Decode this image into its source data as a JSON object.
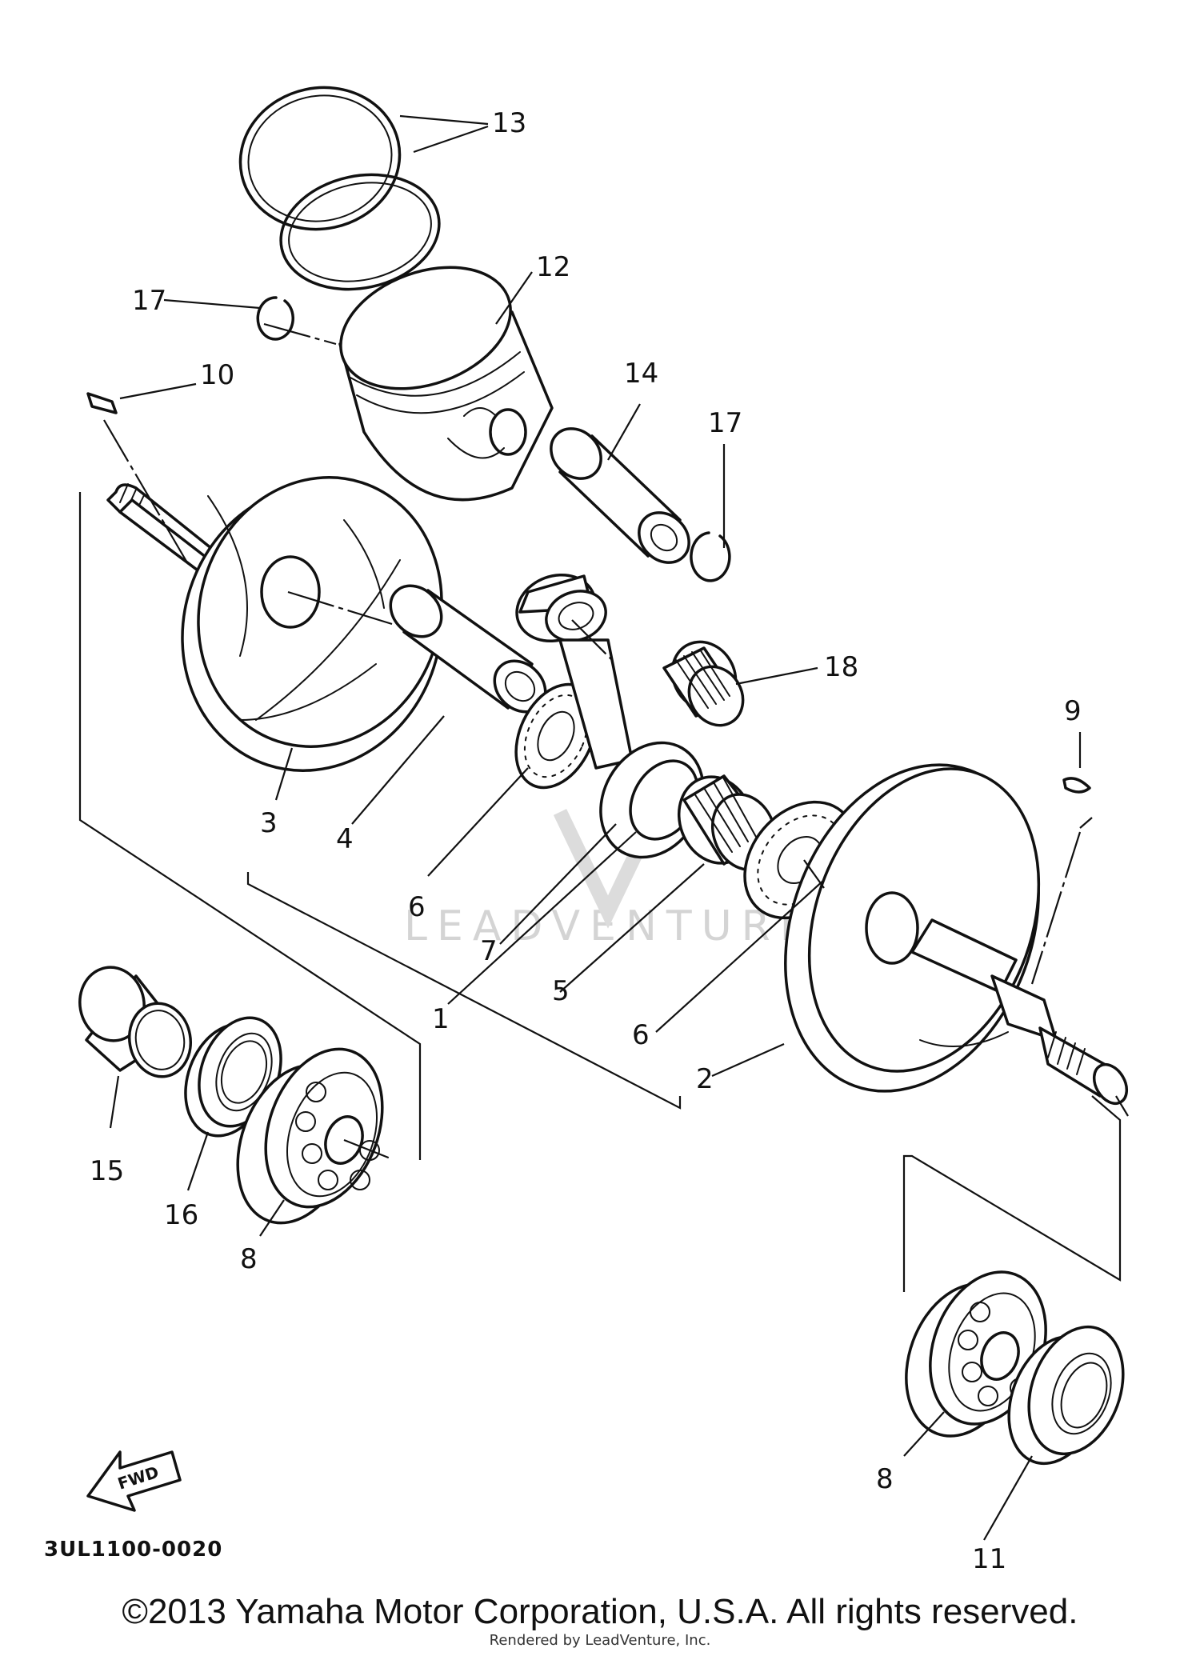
{
  "callouts": [
    {
      "id": "c1",
      "text": "1"
    },
    {
      "id": "c2",
      "text": "2"
    },
    {
      "id": "c3",
      "text": "3"
    },
    {
      "id": "c4",
      "text": "4"
    },
    {
      "id": "c5",
      "text": "5"
    },
    {
      "id": "c6a",
      "text": "6"
    },
    {
      "id": "c6b",
      "text": "6"
    },
    {
      "id": "c7",
      "text": "7"
    },
    {
      "id": "c8a",
      "text": "8"
    },
    {
      "id": "c8b",
      "text": "8"
    },
    {
      "id": "c9",
      "text": "9"
    },
    {
      "id": "c10",
      "text": "10"
    },
    {
      "id": "c11",
      "text": "11"
    },
    {
      "id": "c12",
      "text": "12"
    },
    {
      "id": "c13",
      "text": "13"
    },
    {
      "id": "c14",
      "text": "14"
    },
    {
      "id": "c15",
      "text": "15"
    },
    {
      "id": "c16",
      "text": "16"
    },
    {
      "id": "c17a",
      "text": "17"
    },
    {
      "id": "c17b",
      "text": "17"
    },
    {
      "id": "c18",
      "text": "18"
    }
  ],
  "diagram_code": "3UL1100-0020",
  "fwd_label": "FWD",
  "watermark": "LEADVENTURE",
  "copyright": "©2013 Yamaha Motor Corporation, U.S.A. All rights reserved.",
  "rendered_by": "Rendered by LeadVenture, Inc."
}
